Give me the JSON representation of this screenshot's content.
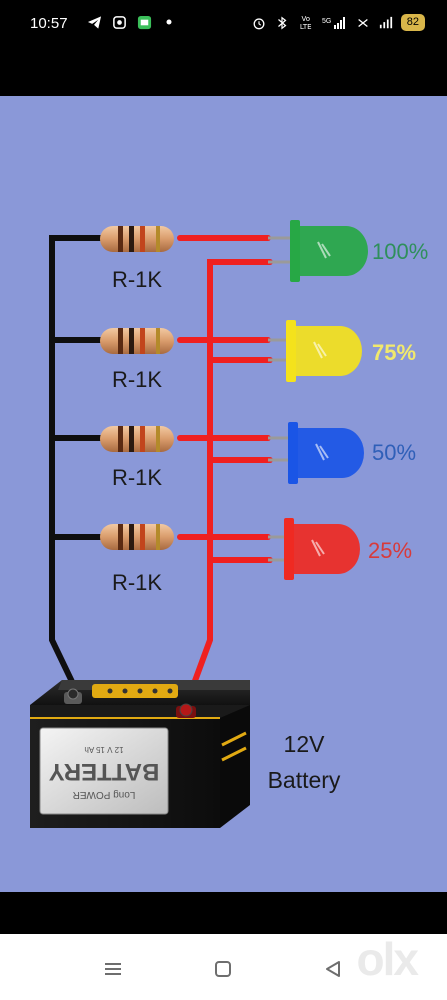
{
  "status_bar": {
    "time": "10:57",
    "battery_level": "82",
    "network": "5G",
    "volte": "Vo LTE"
  },
  "diagram": {
    "resistor_label": "R-1K",
    "leds": [
      {
        "label": "100%",
        "color": "#27a845",
        "label_color": "#2f8f5b"
      },
      {
        "label": "75%",
        "color": "#f4e21c",
        "label_color": "#f1e96d"
      },
      {
        "label": "50%",
        "color": "#1a55e6",
        "label_color": "#2f5fb8"
      },
      {
        "label": "25%",
        "color": "#ef2a22",
        "label_color": "#d83a3a"
      }
    ],
    "battery_title_line1": "12V",
    "battery_title_line2": "Battery",
    "battery_text_top": "Long POWER",
    "battery_text_main": "BATTERY",
    "battery_text_spec": "12 V   15 Ah"
  },
  "watermark": "olx",
  "colors": {
    "background": "#8a98d8",
    "wire_black": "#0f0f0f",
    "wire_red": "#ef2020"
  }
}
